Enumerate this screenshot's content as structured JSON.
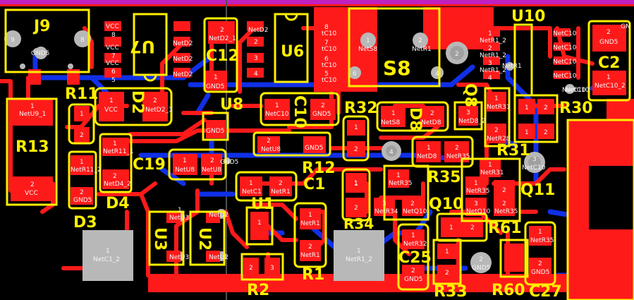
{
  "view": "PCB layout editor - top layer",
  "colors": {
    "top_copper": "#ff1a1a",
    "bottom_copper": "#1030e8",
    "silkscreen": "#ffef00",
    "board_edge": "#c020c0",
    "pad_text": "#f4f4f4",
    "via": "#b8b8b8"
  },
  "designators": {
    "J9": "J9",
    "U7": "U7",
    "C12": "C12",
    "U6": "U6",
    "S8": "S8",
    "U10": "U10",
    "C2": "C2",
    "R11": "R11",
    "D2": "D2",
    "U8": "U8",
    "C10": "C10",
    "R32": "R32",
    "D8": "D8",
    "Q8": "Q8",
    "R30": "R30",
    "R13": "R13",
    "C19": "C19",
    "D4": "D4",
    "R12": "R12",
    "C1": "C1",
    "R35": "R35",
    "R31": "R31",
    "D3": "D3",
    "U3": "U3",
    "U2": "U2",
    "U1": "U1",
    "R34": "R34",
    "Q10": "Q10",
    "Q11": "Q11",
    "R61": "R61",
    "C25": "C25",
    "R2": "R2",
    "R1": "R1",
    "R33": "R33",
    "R60": "R60",
    "C27": "C27"
  },
  "pads": {
    "j9_p9": "9",
    "j9_p8": "8",
    "j9_gnd": "GND5",
    "r13_1": "1",
    "r13_1n": "NetU9_1",
    "r13_2": "2",
    "r13_2n": "VCC",
    "r11_1": "1",
    "r11_2": "2",
    "d3_1": "1",
    "d3_1n": "NetR11_2",
    "d3_2": "2",
    "d3_2n": "GND5",
    "d4_1": "1",
    "d4_1n": "NetR11_1",
    "d4_2": "2",
    "d4_2n": "NetD4_2",
    "d2_1": "1",
    "d2_1n": "VCC",
    "d2_2": "2",
    "d2_2n": "NetD2_1",
    "u7_vcc1": "VCC",
    "u7_vcc2": "VCC",
    "u7_vcc3": "VCC",
    "u7_n8": "8",
    "u7_n7": "7",
    "u7_n6": "6",
    "u7_n5": "5",
    "u7_netd2": "NetD2",
    "u7_netd2b": "NetD2",
    "u7_netd2c": "NetD2",
    "c12_2": "2",
    "c12_2n": "NetD2_1",
    "c12_1": "1",
    "c12_gnd": "GND5",
    "u6_netd2": "NetD2",
    "u6_n2": "2",
    "u6_n3": "3",
    "u6_n4": "4",
    "u6_r8": "8",
    "u6_r7": "7",
    "u6_r6": "6",
    "u6_r5": "5",
    "u6_c10a": "tC10",
    "u6_c10b": "tC10",
    "u6_c10c": "tC10",
    "u6_c10d": "tC10",
    "s8_1": "1",
    "s8_1n": "NetS8",
    "s8_2": "2",
    "s8_2n": "NetR1",
    "s8_6": "6",
    "s8_4": "4",
    "s8_mh": "2",
    "u10_1": "1",
    "u10_r1": "NetR1_2",
    "u10_r2": "NetR1_2",
    "u10_r3": "NetR1_2",
    "u10_n2": "2",
    "u10_n3": "3",
    "u10_n4": "4",
    "u10_c10a": "NetC10",
    "u10_c10b": "NetC10",
    "u10_c10c": "NetC10",
    "u10_c10d": "NetC10",
    "u10_via": "NetR1",
    "u10_cvia": "NetC10",
    "c2_2": "2",
    "c2_gnd": "GND5",
    "c2_1": "1",
    "c2_1n": "NetC10_2",
    "c2_top": "GN",
    "u8_gnd": "GND5",
    "u8_2": "2",
    "u8_2n": "NetU8",
    "u8_gnd2": "GND5",
    "c10_1": "1",
    "c10_1n": "NetC10",
    "c10_2": "2",
    "c10_gnd": "GND5",
    "r32_1": "1",
    "r32_2": "2",
    "d8_1": "1",
    "d8_1n": "NetS8",
    "d8_2": "2",
    "d8_2n": "NetD8",
    "q8_3": "3",
    "q8_3n": "NetD8_2",
    "q8_1": "1",
    "q8_1n": "NetR31",
    "q8_2": "2",
    "q8_2n": "NetR28",
    "r30_1": "1",
    "r30_2": "2",
    "r30a_1": "1",
    "r30a_2": "2",
    "c19_1": "1",
    "c19_1n": "NetU8",
    "c19_2": "2",
    "c19_2n": "NetU8",
    "c19_gnd": "GND5",
    "r12_1": "1",
    "r12_1n": "NetC1",
    "r12_2": "2",
    "r12_2n": "NetR1",
    "c1_1": "1",
    "c1_2": "2",
    "r35_1": "1",
    "r35_1n": "NetD8",
    "r35_2": "2",
    "r35_2n": "NetR35",
    "r31_1": "1",
    "r31_1n": "NetR31",
    "r31_2": "2",
    "q10_1": "1",
    "q10_1n": "NetR35",
    "q10_3": "3",
    "q10_3n": "NetR34",
    "q10_2": "2",
    "q10_2n": "NetQ10",
    "q11_1": "1",
    "q11_1n": "NetR35",
    "q11_3": "3",
    "q11_3n": "NetQ10",
    "q11_2": "2",
    "q11_2n": "NetR35",
    "q11_c10": "NetC10",
    "q11_c10n": "3",
    "r34_1": "1",
    "r34_2": "2",
    "u3_1": "1",
    "u3_1n": "NetU3",
    "u3_2": "NetU3",
    "u2_1": "NetU2",
    "u2_2": "NetU2",
    "u1_1": "1",
    "u1_2": "2",
    "u1_3": "3",
    "r1_1": "1",
    "r1_1n": "NetR1",
    "r1_2": "2",
    "r1_2n": "NetR1",
    "c1big": "1",
    "c1big_n": "NetC1_2",
    "r1big": "1",
    "r1big_n": "NetR1_2",
    "c25_1": "1",
    "c25_1n": "NetR32",
    "c25_2": "2",
    "c25_gnd": "GND5",
    "r33_1": "1",
    "r33_2": "2",
    "r60_via": "2",
    "r60_vian": "GND5",
    "c27_1": "1",
    "c27_1n": "NetR35",
    "c27_2": "2",
    "c27_gnd": "GND5",
    "r61_1": "1",
    "r61_2": "2",
    "via_c10": "NetC10",
    "via_c10_3": "3",
    "via_4": "4",
    "via_2": "2",
    "via_c10r": "NetC10"
  }
}
